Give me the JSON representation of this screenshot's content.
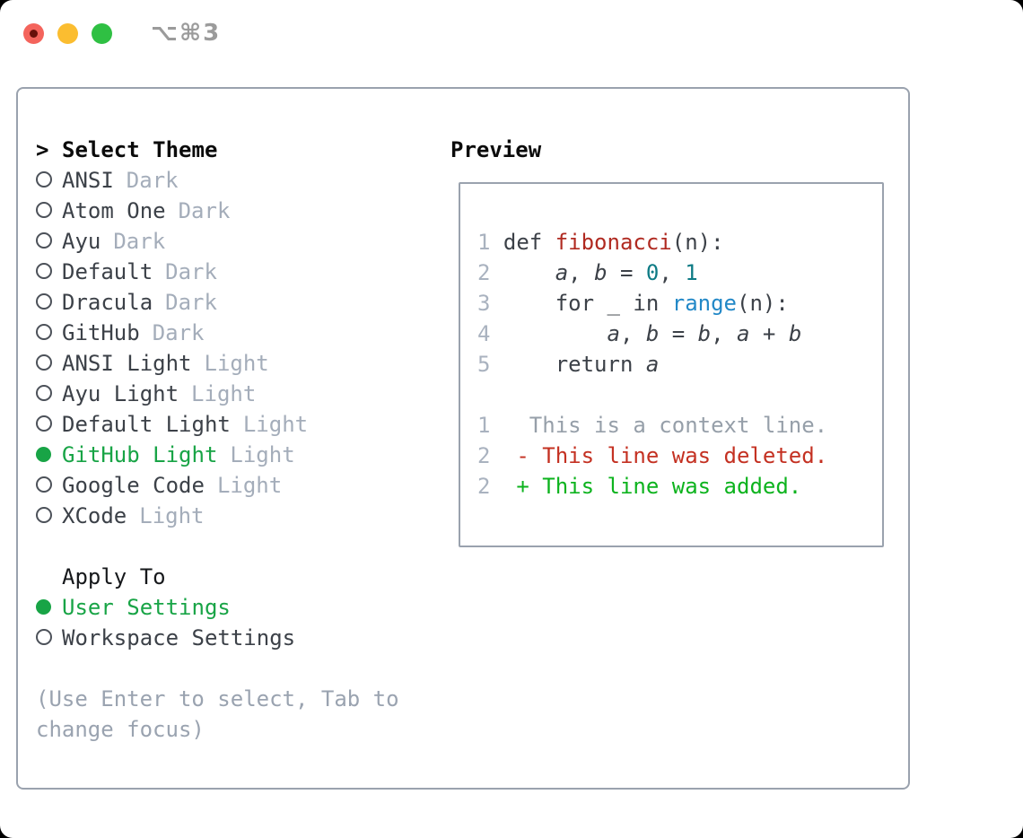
{
  "window": {
    "titlebar_shortcut": "⌥⌘3"
  },
  "colors": {
    "accent_green": "#18a446",
    "text_dark": "#3c4148",
    "tag_gray": "#a4adba",
    "help_gray": "#9aa3b0",
    "border_gray": "#9aa2ae",
    "line_number": "#a9b2bf",
    "code_default": "#3c4148",
    "function_red": "#b02a21",
    "number_teal": "#0e7b85",
    "builtin_blue": "#2288c7",
    "context_gray": "#969fa9",
    "deleted_red": "#c43122",
    "added_green": "#0db31e",
    "traffic_red": "#f4645c",
    "traffic_yellow": "#fbbd30",
    "traffic_green": "#2fc043"
  },
  "theme_panel": {
    "select_header": {
      "prompt": ">",
      "label": "Select Theme"
    },
    "themes": [
      {
        "name": "ANSI",
        "tag": "Dark",
        "selected": false
      },
      {
        "name": "Atom One",
        "tag": "Dark",
        "selected": false
      },
      {
        "name": "Ayu",
        "tag": "Dark",
        "selected": false
      },
      {
        "name": "Default",
        "tag": "Dark",
        "selected": false
      },
      {
        "name": "Dracula",
        "tag": "Dark",
        "selected": false
      },
      {
        "name": "GitHub",
        "tag": "Dark",
        "selected": false
      },
      {
        "name": "ANSI Light",
        "tag": "Light",
        "selected": false
      },
      {
        "name": "Ayu Light",
        "tag": "Light",
        "selected": false
      },
      {
        "name": "Default Light",
        "tag": "Light",
        "selected": false
      },
      {
        "name": "GitHub Light",
        "tag": "Light",
        "selected": true
      },
      {
        "name": "Google Code",
        "tag": "Light",
        "selected": false
      },
      {
        "name": "XCode",
        "tag": "Light",
        "selected": false
      }
    ],
    "apply_to": {
      "label": "Apply To",
      "options": [
        {
          "name": "User Settings",
          "selected": true
        },
        {
          "name": "Workspace Settings",
          "selected": false
        }
      ]
    },
    "help_text": "(Use Enter to select, Tab to change focus)"
  },
  "preview": {
    "header": "Preview",
    "lines": [
      {
        "num": "1",
        "segments": [
          {
            "text": " def ",
            "color": "code_default"
          },
          {
            "text": "fibonacci",
            "color": "function_red"
          },
          {
            "text": "(n):",
            "color": "code_default"
          }
        ]
      },
      {
        "num": "2",
        "segments": [
          {
            "text": "     ",
            "color": "code_default"
          },
          {
            "text": "a",
            "color": "code_default",
            "italic": true
          },
          {
            "text": ", ",
            "color": "code_default"
          },
          {
            "text": "b",
            "color": "code_default",
            "italic": true
          },
          {
            "text": " = ",
            "color": "code_default"
          },
          {
            "text": "0",
            "color": "number_teal"
          },
          {
            "text": ", ",
            "color": "code_default"
          },
          {
            "text": "1",
            "color": "number_teal"
          }
        ]
      },
      {
        "num": "3",
        "segments": [
          {
            "text": "     for _ in ",
            "color": "code_default"
          },
          {
            "text": "range",
            "color": "builtin_blue"
          },
          {
            "text": "(n):",
            "color": "code_default"
          }
        ]
      },
      {
        "num": "4",
        "segments": [
          {
            "text": "         ",
            "color": "code_default"
          },
          {
            "text": "a",
            "color": "code_default",
            "italic": true
          },
          {
            "text": ", ",
            "color": "code_default"
          },
          {
            "text": "b",
            "color": "code_default",
            "italic": true
          },
          {
            "text": " = ",
            "color": "code_default"
          },
          {
            "text": "b",
            "color": "code_default",
            "italic": true
          },
          {
            "text": ", ",
            "color": "code_default"
          },
          {
            "text": "a",
            "color": "code_default",
            "italic": true
          },
          {
            "text": " + ",
            "color": "code_default"
          },
          {
            "text": "b",
            "color": "code_default",
            "italic": true
          }
        ]
      },
      {
        "num": "5",
        "segments": [
          {
            "text": "     return ",
            "color": "code_default"
          },
          {
            "text": "a",
            "color": "code_default",
            "italic": true
          }
        ]
      },
      {
        "num": "",
        "segments": []
      },
      {
        "num": "1",
        "segments": [
          {
            "text": "   This is a context line.",
            "color": "context_gray"
          }
        ]
      },
      {
        "num": "2",
        "segments": [
          {
            "text": "  ",
            "color": "code_default"
          },
          {
            "text": "- This line was deleted.",
            "color": "deleted_red"
          }
        ]
      },
      {
        "num": "2",
        "segments": [
          {
            "text": "  ",
            "color": "code_default"
          },
          {
            "text": "+ This line was added.",
            "color": "added_green"
          }
        ]
      }
    ]
  }
}
